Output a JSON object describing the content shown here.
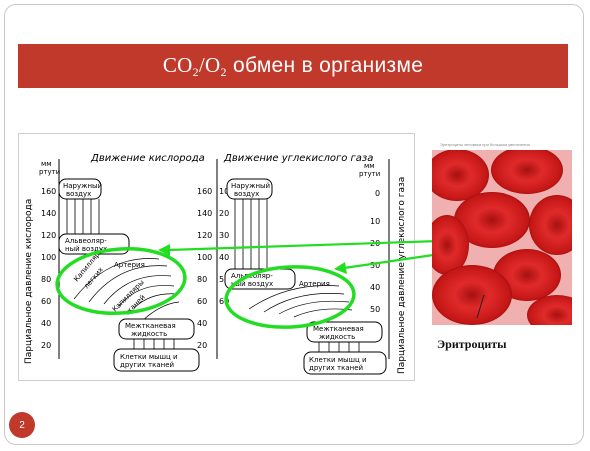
{
  "slide": {
    "title_prefix": "CO",
    "title_sub1": "2",
    "title_mid": "/O",
    "title_sub2": "2",
    "title_rest": " обмен в организме",
    "page_number": "2"
  },
  "figure": {
    "left_panel": {
      "header": "Движение кислорода",
      "axis_title": "Парциальное давление кислорода",
      "unit_line1": "мм",
      "unit_line2": "ртути",
      "ticks": [
        "160",
        "140",
        "120",
        "100",
        "80",
        "60",
        "40",
        "20"
      ],
      "box_outer_air_1": "Наружный",
      "box_outer_air_2": "воздух",
      "box_alveolar_1": "Альвеоляр-",
      "box_alveolar_2": "ный воздух",
      "box_artery": "Артерия",
      "box_capillary_1": "Капилляры",
      "box_capillary_2": "легких",
      "box_capillary_tissue_1": "Капилляры",
      "box_capillary_tissue_2": "тканей",
      "box_interstitial_1": "Межтканевая",
      "box_interstitial_2": "жидкость",
      "box_cells_1": "Клетки мышц и",
      "box_cells_2": "других тканей"
    },
    "right_panel": {
      "header": "Движение углекислого газа",
      "axis_title": "Парциальное давление углекислого газа",
      "unit_line1": "мм",
      "unit_line2": "ртути",
      "left_ticks": [
        "160",
        "140",
        "120",
        "100",
        "80",
        "60",
        "40",
        "20"
      ],
      "right_ticks": [
        "0",
        "10",
        "20",
        "30",
        "40",
        "50",
        "60"
      ],
      "box_outer_air_1": "Наружный",
      "box_outer_air_2": "воздух",
      "box_alveolar_1": "Альвеоляр-",
      "box_alveolar_2": "ный воздух",
      "box_artery": "Артерия",
      "box_interstitial_1": "Межтканевая",
      "box_interstitial_2": "жидкость",
      "box_cells_1": "Клетки мышц и",
      "box_cells_2": "других тканей"
    }
  },
  "photo": {
    "caption_top": "Эритроциты человека при большом увеличении",
    "label": "Эритроциты"
  },
  "colors": {
    "accent_red": "#c0392b",
    "highlight_green": "#22dd22",
    "cell_red": "#d32020"
  }
}
